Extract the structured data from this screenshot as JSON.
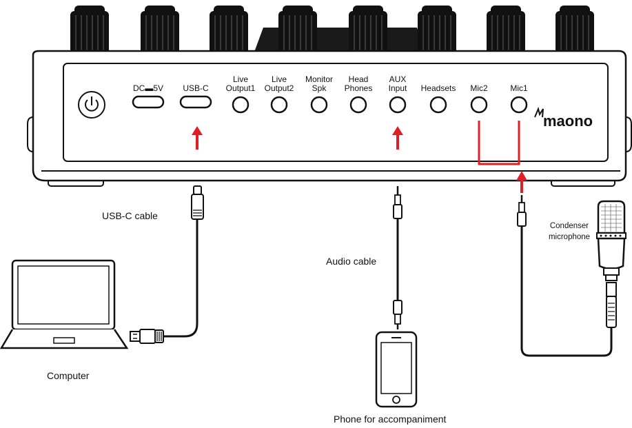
{
  "device": {
    "brand": "maono",
    "ports": {
      "dc_prefix": "DC",
      "dc_suffix": "5V",
      "usbc": "USB-C",
      "live1": [
        "Live",
        "Output1"
      ],
      "live2": [
        "Live",
        "Output2"
      ],
      "monitor": [
        "Monitor",
        "Spk"
      ],
      "head": [
        "Head",
        "Phones"
      ],
      "aux": [
        "AUX",
        "Input"
      ],
      "headsets": "Headsets",
      "mic2": "Mic2",
      "mic1": "Mic1"
    }
  },
  "labels": {
    "usb_cable": "USB-C cable",
    "audio_cable": "Audio cable",
    "computer": "Computer",
    "phone": "Phone for accompaniment",
    "condenser": [
      "Condenser",
      "microphone"
    ]
  },
  "colors": {
    "accent_red": "#e01e25",
    "outline": "#111111",
    "panel_fill": "#ffffff",
    "knob": "#111111"
  },
  "icons": [
    "power-icon",
    "usbc-port-icon",
    "jack-port-icon",
    "laptop-icon",
    "phone-icon",
    "microphone-icon"
  ]
}
